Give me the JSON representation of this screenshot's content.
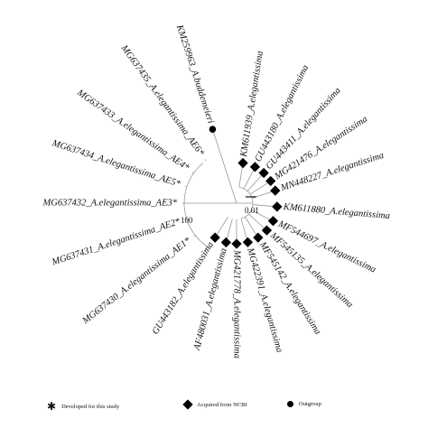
{
  "tree": {
    "scale_label": "0.01",
    "bootstrap_label": "100",
    "leaves": [
      {
        "label": "KM259963_A.buddemeieri",
        "marker": "circle",
        "angle": -108
      },
      {
        "label": "MG637435_A.elegantissima_AE6*",
        "marker": "asterisk",
        "angle": -126
      },
      {
        "label": "MG637433_A.elegantissima_AE4*",
        "marker": "asterisk",
        "angle": -145
      },
      {
        "label": "MG637434_A.elegantissima_AE5*",
        "marker": "asterisk",
        "angle": -162
      },
      {
        "label": "MG637432_A.elegantissima_AE3*",
        "marker": "asterisk",
        "angle": -180
      },
      {
        "label": "MG637431_A.elegantissima_AE2*",
        "marker": "asterisk",
        "angle": 162
      },
      {
        "label": "MG637430_A.elegantissima_AE1*",
        "marker": "asterisk",
        "angle": 142
      },
      {
        "label": "GU443182_A.elegantissima",
        "marker": "diamond",
        "angle": 122
      },
      {
        "label": "AF480031_A.elegantissima",
        "marker": "diamond",
        "angle": 105
      },
      {
        "label": "MG421778_A.elegantissima",
        "marker": "diamond",
        "angle": 90
      },
      {
        "label": "MG422391_A.elegantissima",
        "marker": "diamond",
        "angle": 74
      },
      {
        "label": "MF545142_A.elegantissima",
        "marker": "diamond",
        "angle": 58
      },
      {
        "label": "MF545135_A.elegantissima",
        "marker": "diamond",
        "angle": 42
      },
      {
        "label": "MF544697_A.elegantissima",
        "marker": "diamond",
        "angle": 26
      },
      {
        "label": "KM611880_A.elegantissima",
        "marker": "diamond",
        "angle": 5
      },
      {
        "label": "MN448227_A.elegantissima",
        "marker": "diamond",
        "angle": -18
      },
      {
        "label": "MG421476_A.elegantissima",
        "marker": "diamond",
        "angle": -33
      },
      {
        "label": "GU443411_A.elegantissima",
        "marker": "diamond",
        "angle": -48
      },
      {
        "label": "GU443180_A.elegantissima",
        "marker": "diamond",
        "angle": -63
      },
      {
        "label": "KM611939_A.elegantissima",
        "marker": "diamond",
        "angle": -81
      }
    ]
  },
  "legend": {
    "developed": "Developed for this study",
    "ncbi": "Acquired from NCBI",
    "outgroup": "Outgroup"
  }
}
